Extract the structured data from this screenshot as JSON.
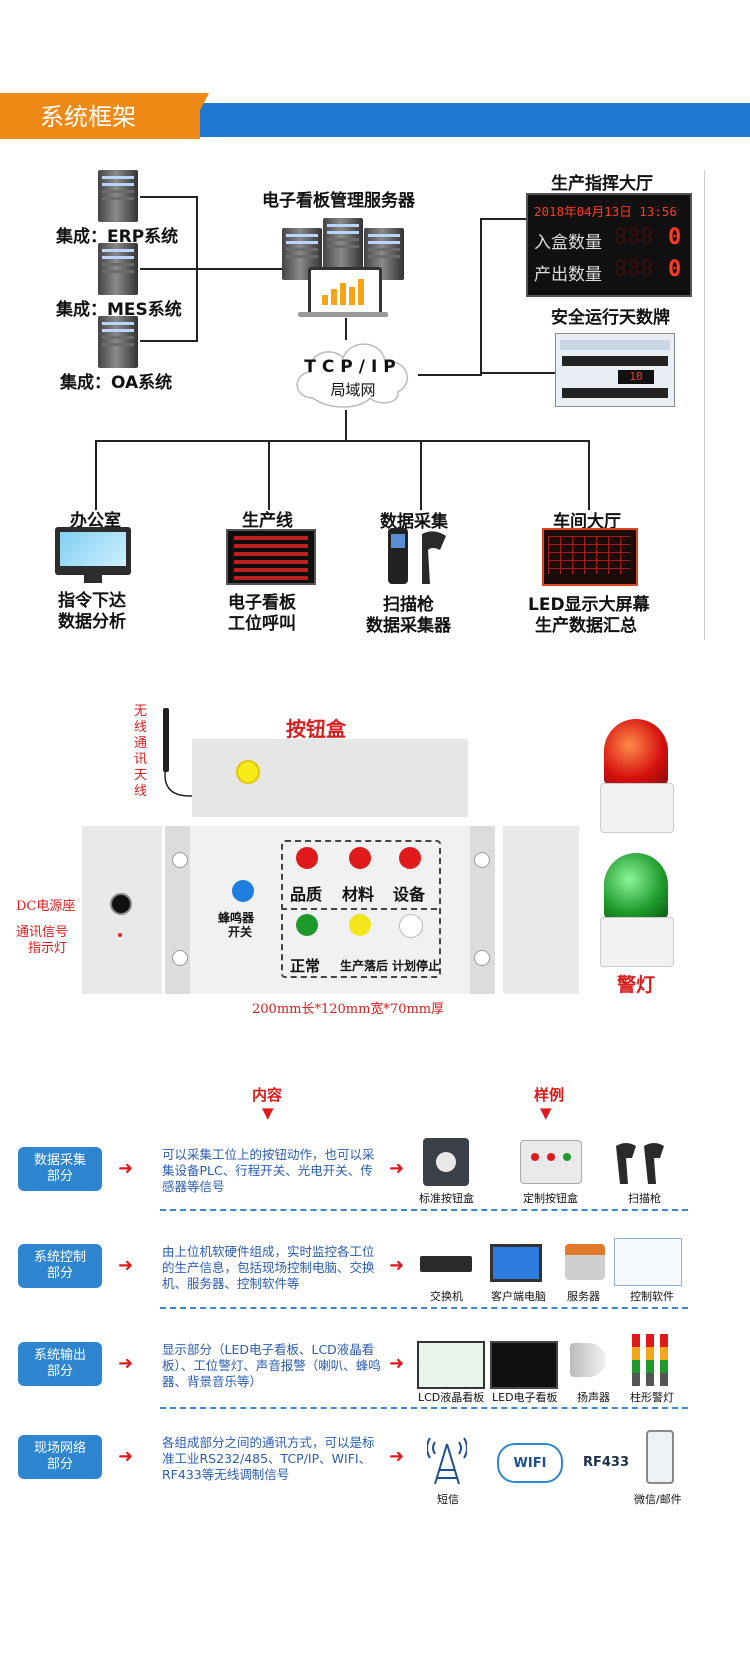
{
  "header": {
    "title": "系统框架"
  },
  "diagram": {
    "erp_label": "集成：ERP系统",
    "mes_label": "集成：MES系统",
    "oa_label": "集成：OA系统",
    "server_label": "电子看板管理服务器",
    "network_line1": "TCP/IP",
    "network_line2": "局域网",
    "command_hall_label": "生产指挥大厅",
    "led_date": "2018年04月13日 13:56",
    "led_row1_label": "入盒数量",
    "led_row1_value": "0",
    "led_row2_label": "产出数量",
    "led_row2_value": "0",
    "safety_label": "安全运行天数牌",
    "safety_value": "10",
    "nodes": [
      {
        "title": "办公室",
        "line1": "指令下达",
        "line2": "数据分析"
      },
      {
        "title": "生产线",
        "line1": "电子看板",
        "line2": "工位呼叫"
      },
      {
        "title": "数据采集",
        "line1": "扫描枪",
        "line2": "数据采集器"
      },
      {
        "title": "车间大厅",
        "line1": "LED显示大屏幕",
        "line2": "生产数据汇总"
      }
    ]
  },
  "device": {
    "antenna_label": "无线通讯天线",
    "box_title": "按钮盒",
    "dc_label": "DC电源座",
    "signal_label1": "通讯信号",
    "signal_label2": "指示灯",
    "buzzer_label1": "蜂鸣器",
    "buzzer_label2": "开关",
    "buttons": [
      {
        "label": "品质",
        "color": "#e01a1a"
      },
      {
        "label": "材料",
        "color": "#e01a1a"
      },
      {
        "label": "设备",
        "color": "#e01a1a"
      },
      {
        "label": "正常",
        "color": "#1e9a2a"
      },
      {
        "label": "生产落后",
        "color": "#f2e51a"
      },
      {
        "label": "计划停止",
        "color": "#ffffff"
      }
    ],
    "dimensions": "200mm长*120mm宽*70mm厚",
    "warning_label": "警灯"
  },
  "table": {
    "content_header": "内容",
    "example_header": "样例",
    "rows": [
      {
        "label1": "数据采集",
        "label2": "部分",
        "desc": "可以采集工位上的按钮动作，也可以采集设备PLC、行程开关、光电开关、传感器等信号",
        "items": [
          "标准按钮盒",
          "定制按钮盒",
          "扫描枪"
        ]
      },
      {
        "label1": "系统控制",
        "label2": "部分",
        "desc": "由上位机软硬件组成，实时监控各工位的生产信息，包括现场控制电脑、交换机、服务器、控制软件等",
        "items": [
          "交换机",
          "客户端电脑",
          "服务器",
          "控制软件"
        ]
      },
      {
        "label1": "系统输出",
        "label2": "部分",
        "desc": "显示部分（LED电子看板、LCD液晶看板）、工位警灯、声音报警（喇叭、蜂鸣器、背景音乐等）",
        "items": [
          "LCD液晶看板",
          "LED电子看板",
          "扬声器",
          "柱形警灯"
        ]
      },
      {
        "label1": "现场网络",
        "label2": "部分",
        "desc": "各组成部分之间的通讯方式，可以是标准工业RS232/485、TCP/IP、WIFI、RF433等无线调制信号",
        "items": [
          "短信",
          "WIFI",
          "RF433",
          "微信/邮件"
        ]
      }
    ]
  },
  "colors": {
    "orange": "#f08a17",
    "blue": "#1f78d1",
    "red": "#e01818"
  }
}
